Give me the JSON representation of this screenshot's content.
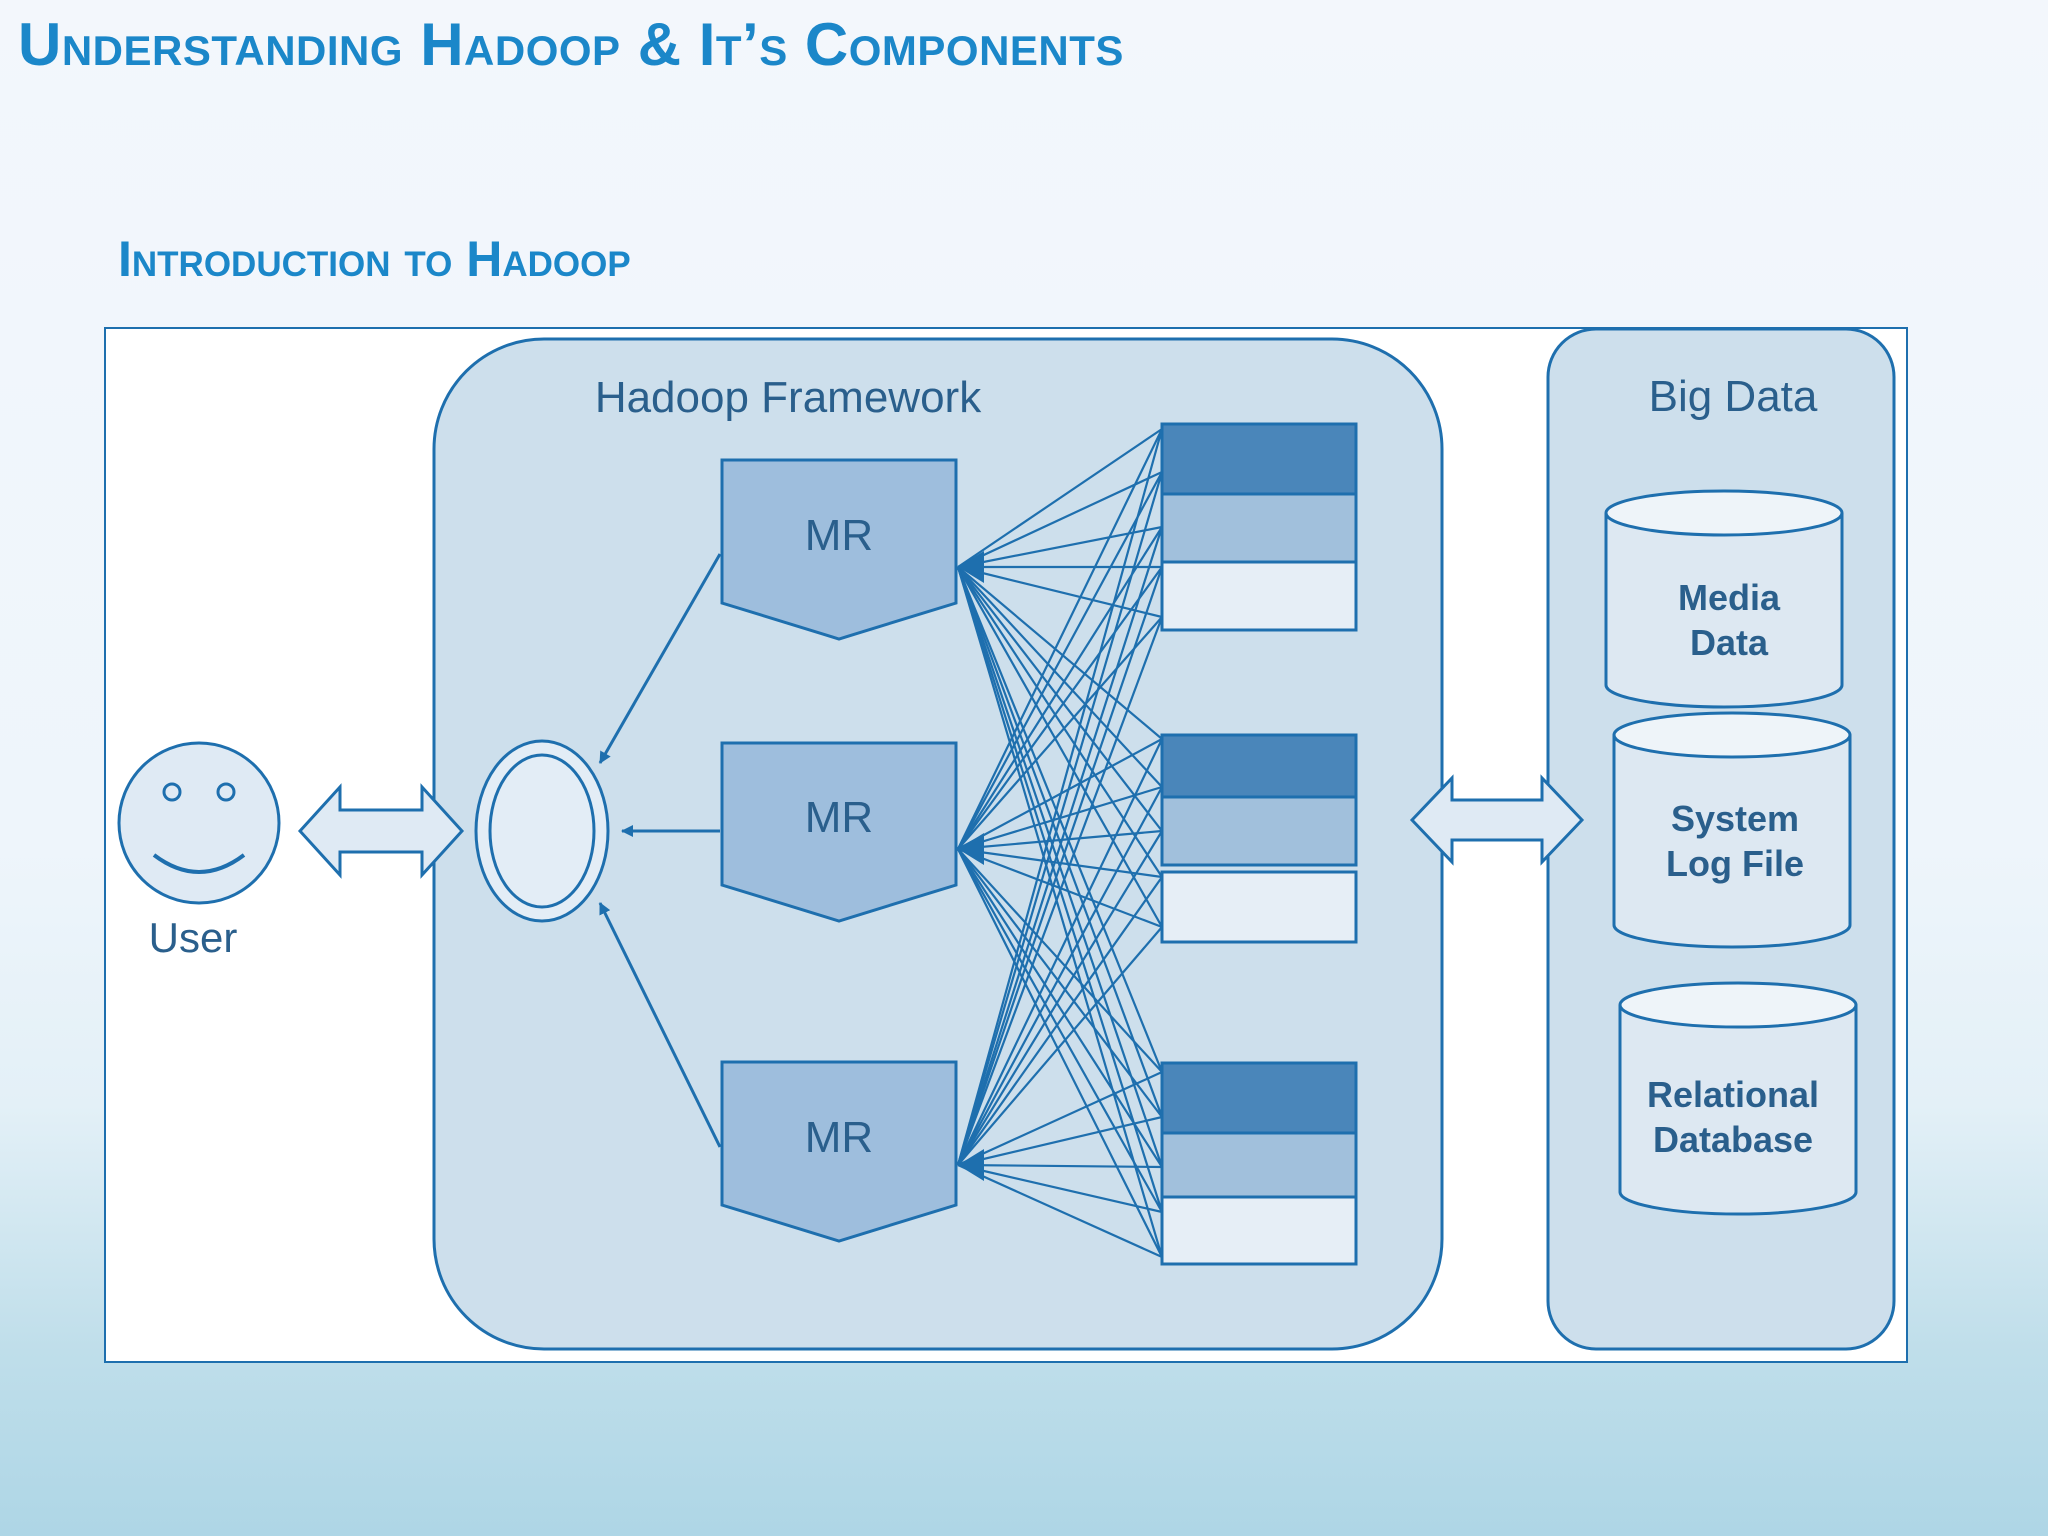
{
  "slide": {
    "title": "Understanding Hadoop & It’s Components",
    "subtitle": "Introduction to Hadoop"
  },
  "diagram": {
    "user_label": "User",
    "framework_label": "Hadoop Framework",
    "mr_labels": [
      "MR",
      "MR",
      "MR"
    ],
    "big_data_label": "Big Data",
    "sources": [
      {
        "lines": [
          "Media",
          "Data"
        ]
      },
      {
        "lines": [
          "System",
          "Log File"
        ]
      },
      {
        "lines": [
          "Relational",
          "Database"
        ]
      }
    ]
  },
  "colors": {
    "title": "#1b87c9",
    "outline": "#1e6fae",
    "panel_fill": "#cddfec",
    "mr_fill": "#9ebedd",
    "block_dark": "#4a86ba",
    "block_mid": "#a1c0dc",
    "block_light": "#e6eef6",
    "text": "#2a5f8c"
  }
}
